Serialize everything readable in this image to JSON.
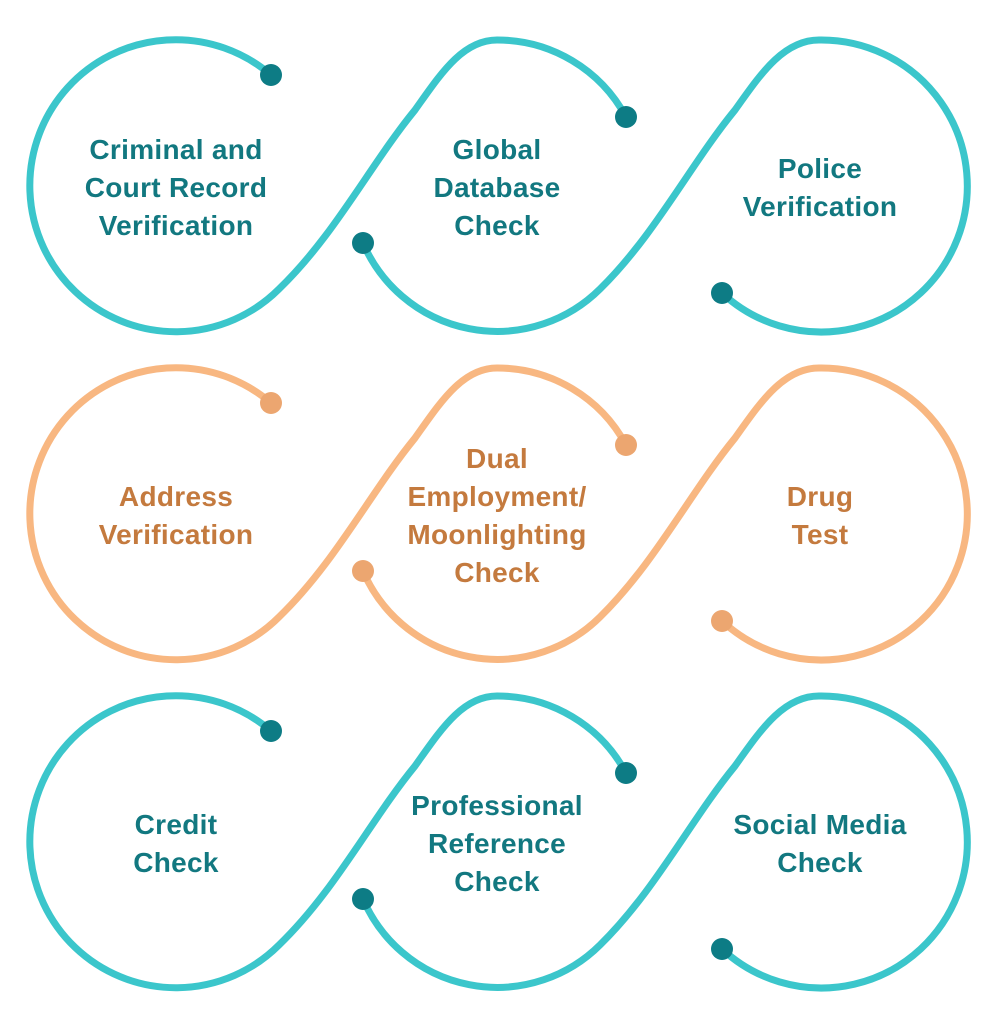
{
  "colors": {
    "teal-stroke": "#3BC6CB",
    "teal-dot": "#0D7C85",
    "teal-text": "#127880",
    "orange-stroke": "#F8B781",
    "orange-dot": "#ECA670",
    "orange-text": "#C47A3E",
    "bg": "#FFFFFF"
  },
  "diagram": {
    "description": "Nine background verification services arranged in three looping swirl rows",
    "rows": [
      {
        "theme": "teal",
        "items": [
          {
            "label": "Criminal and\nCourt Record\nVerification"
          },
          {
            "label": "Global\nDatabase\nCheck"
          },
          {
            "label": "Police\nVerification"
          }
        ]
      },
      {
        "theme": "orange",
        "items": [
          {
            "label": "Address\nVerification"
          },
          {
            "label": "Dual\nEmployment/\nMoonlighting\nCheck"
          },
          {
            "label": "Drug\nTest"
          }
        ]
      },
      {
        "theme": "teal",
        "items": [
          {
            "label": "Credit\nCheck"
          },
          {
            "label": "Professional\nReference\nCheck"
          },
          {
            "label": "Social Media\nCheck"
          }
        ]
      }
    ]
  }
}
